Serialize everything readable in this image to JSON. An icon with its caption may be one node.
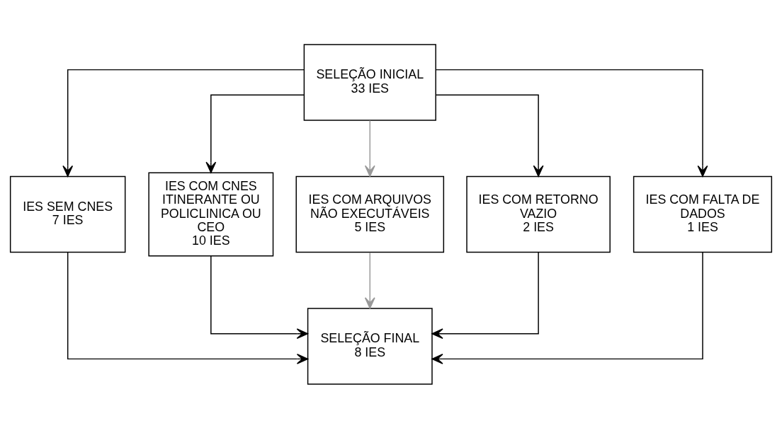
{
  "diagram": {
    "nodes": [
      {
        "text": [
          "SELEÇÃO INICIAL",
          "33 IES"
        ]
      },
      {
        "text": [
          "IES SEM CNES",
          "7 IES"
        ]
      },
      {
        "text": [
          "IES COM CNES ITINERANTE OU POLICLINICA OU CEO",
          "10 IES"
        ]
      },
      {
        "text": [
          "IES COM ARQUIVOS NÃO EXECUTÁVEIS",
          "5 IES"
        ]
      },
      {
        "text": [
          "IES COM RETORNO VAZIO",
          "2 IES"
        ]
      },
      {
        "text": [
          "IES COM FALTA DE DADOS",
          "1 IES"
        ]
      },
      {
        "text": [
          "SELEÇÃO FINAL",
          "8 IES"
        ]
      }
    ],
    "edges": [
      {
        "from": 0,
        "to": 1,
        "arrow": "to"
      },
      {
        "from": 0,
        "to": 2,
        "arrow": "to"
      },
      {
        "from": 0,
        "to": 3,
        "arrow": "to",
        "color": "#999999"
      },
      {
        "from": 0,
        "to": 4,
        "arrow": "to"
      },
      {
        "from": 0,
        "to": 5,
        "arrow": "to"
      },
      {
        "from": 1,
        "to": 6,
        "arrow": "to"
      },
      {
        "from": 2,
        "to": 6,
        "arrow": "to"
      },
      {
        "from": 3,
        "to": 6,
        "arrow": "to",
        "color": "#999999"
      },
      {
        "from": 4,
        "to": 6,
        "arrow": "to"
      },
      {
        "from": 5,
        "to": 6,
        "arrow": "to"
      }
    ]
  }
}
